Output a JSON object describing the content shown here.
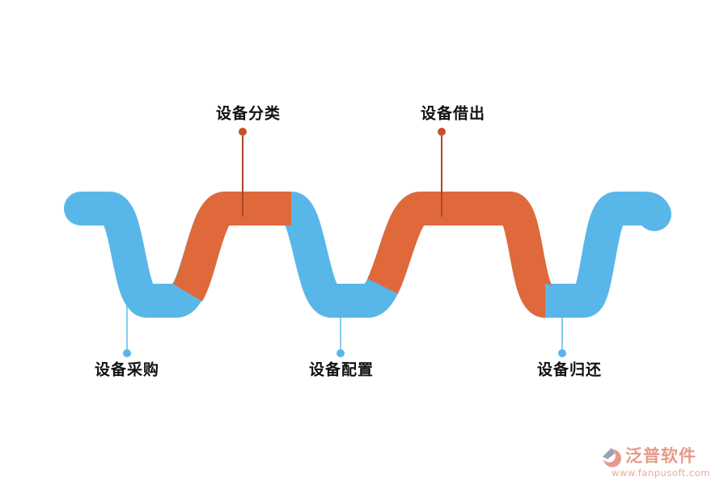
{
  "diagram": {
    "title": "equipment-management-flow",
    "steps": [
      {
        "label": "设备采购",
        "side": "bottom",
        "marker_color": "blue"
      },
      {
        "label": "设备分类",
        "side": "top",
        "marker_color": "orange"
      },
      {
        "label": "设备配置",
        "side": "bottom",
        "marker_color": "blue"
      },
      {
        "label": "设备借出",
        "side": "top",
        "marker_color": "orange"
      },
      {
        "label": "设备归还",
        "side": "bottom",
        "marker_color": "blue"
      }
    ]
  },
  "watermark": {
    "brand": "泛普软件",
    "url": "www.fanpusoft.com"
  },
  "colors": {
    "wave_blue": "#58b7e8",
    "wave_orange": "#e0693b",
    "top_line": "#ad4528",
    "top_dot": "#c7502b",
    "bottom_line": "#85cdee",
    "bottom_dot": "#58b7e8",
    "label_text": "#111111",
    "watermark_pink": "#e6998b",
    "watermark_gray": "#98a4b4"
  }
}
